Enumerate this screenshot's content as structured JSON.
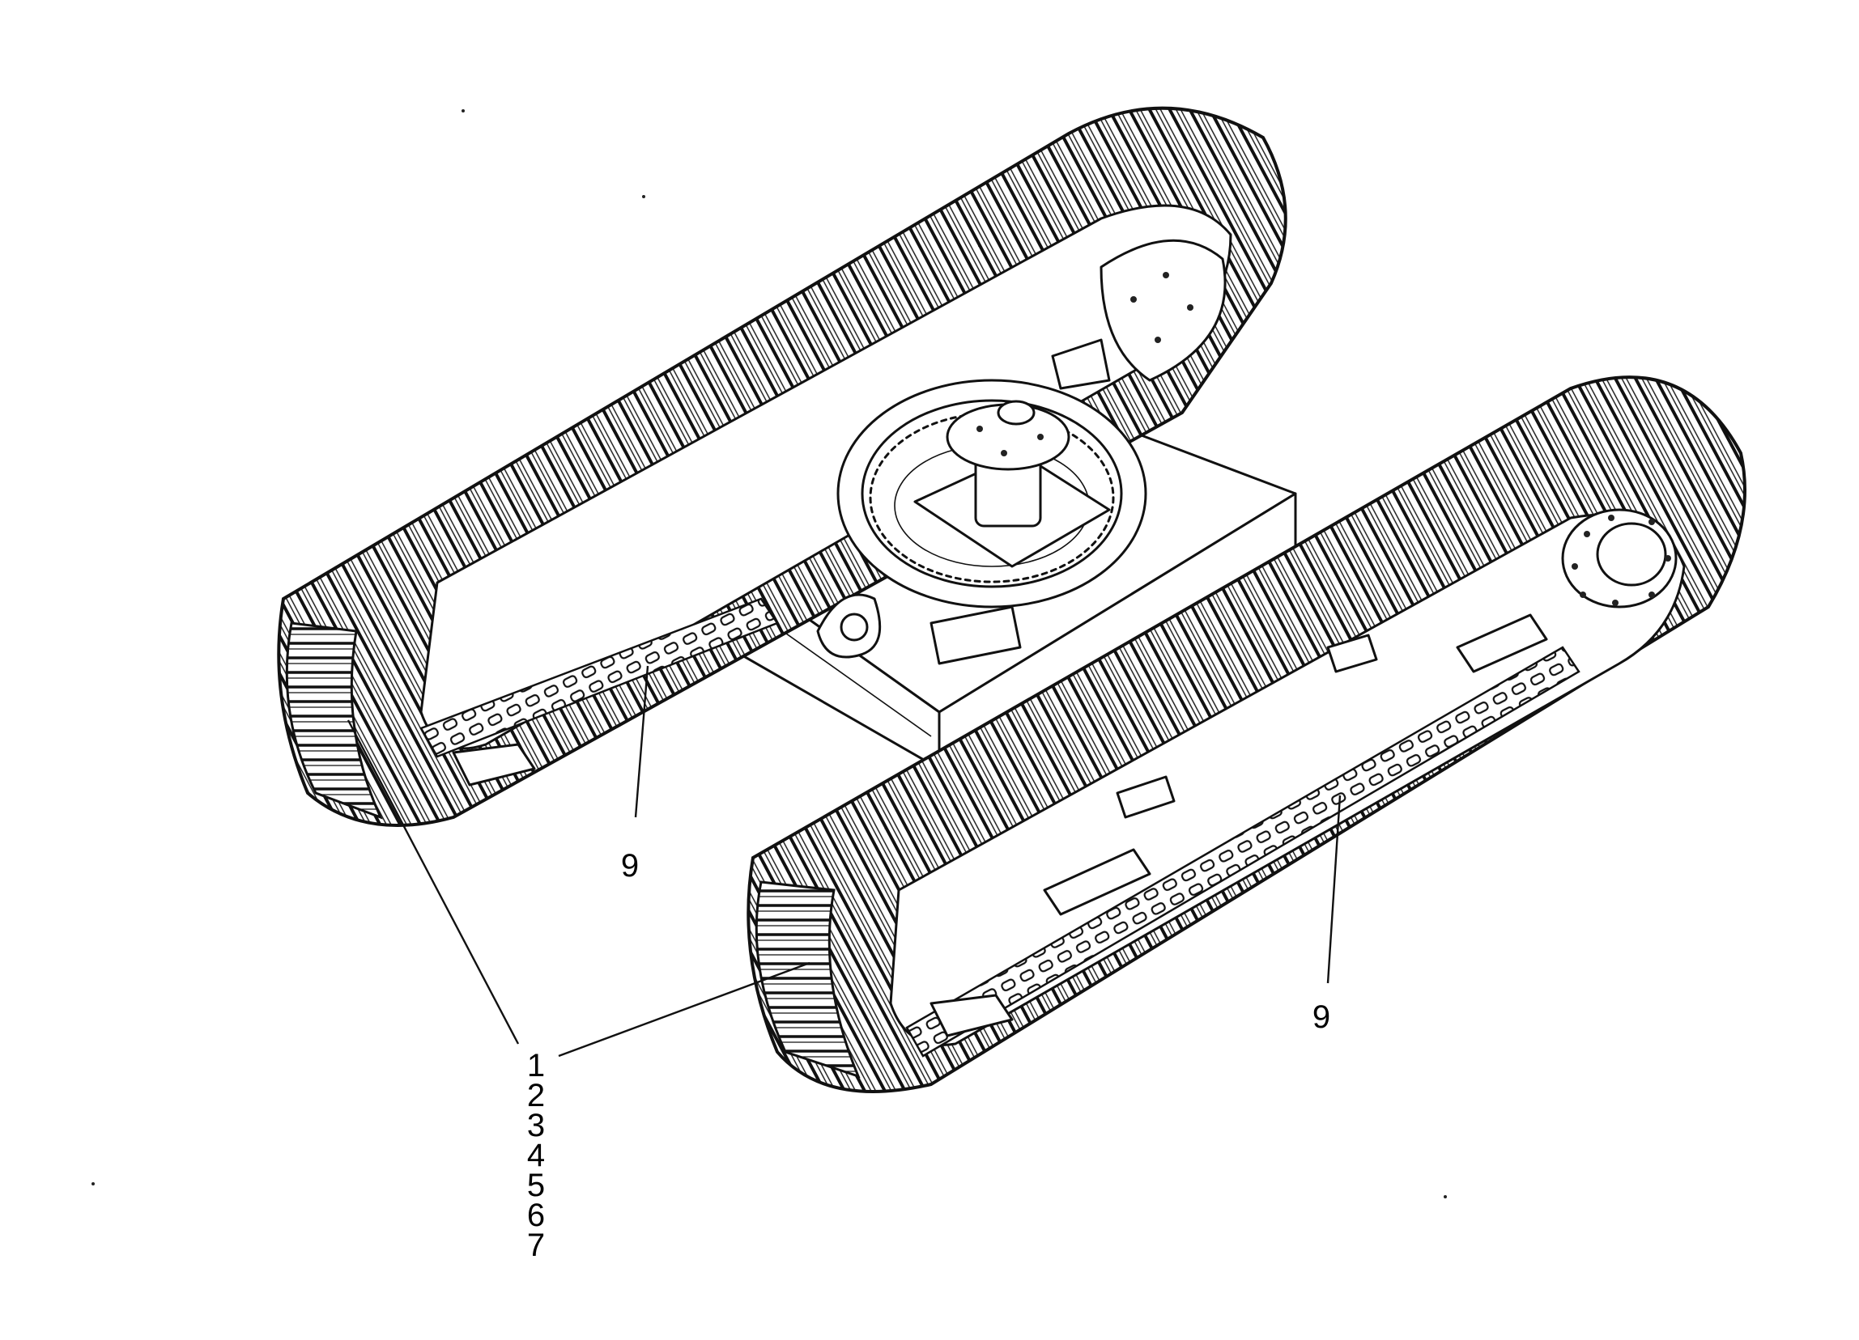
{
  "callouts": {
    "label_9_left": "9",
    "label_9_right": "9",
    "label_stack": [
      "1",
      "2",
      "3",
      "4",
      "5",
      "6",
      "7"
    ]
  },
  "colors": {
    "ink": "#111111",
    "paper": "#ffffff"
  }
}
